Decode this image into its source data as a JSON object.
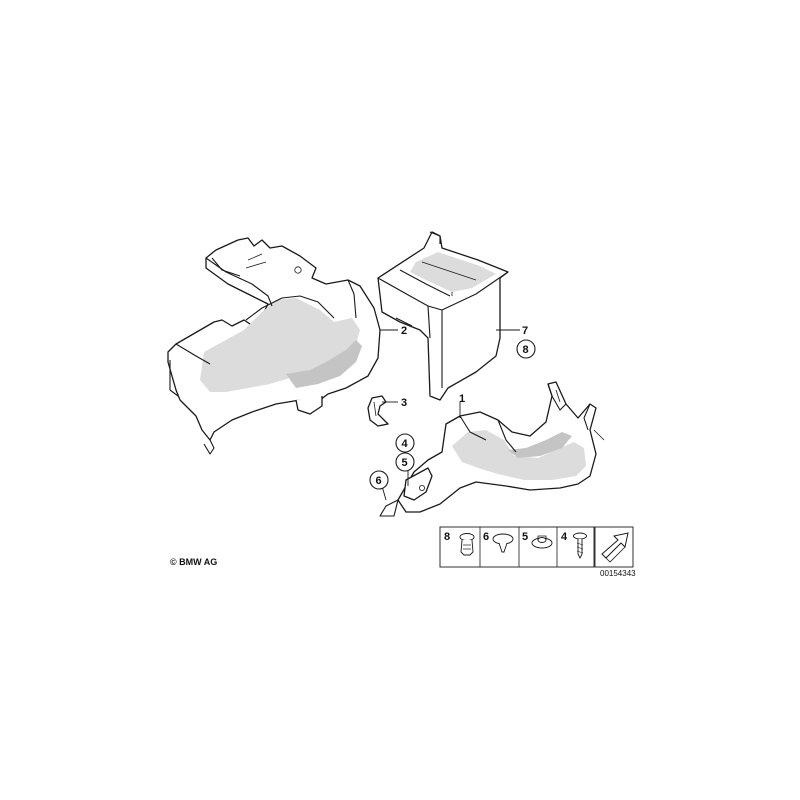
{
  "callouts": {
    "c1": "1",
    "c2": "2",
    "c3": "3",
    "c4": "4",
    "c5": "5",
    "c6": "6",
    "c7": "7",
    "c8": "8"
  },
  "legend": {
    "items": [
      "8",
      "6",
      "5",
      "4"
    ],
    "arrow_icon": "arrow-icon"
  },
  "copyright": "© BMW AG",
  "document_number": "00154343"
}
